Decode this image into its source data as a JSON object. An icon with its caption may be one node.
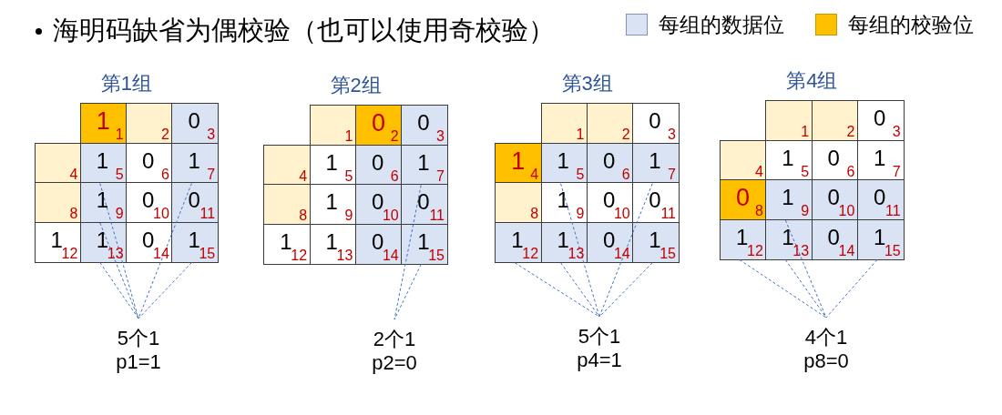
{
  "diagram": {
    "title": "海明码缺省为偶校验（也可以使用奇校验）",
    "nodes": [
      {
        "text": [
          "第1组"
        ]
      },
      {
        "text": [
          "1",
          "1"
        ],
        "in": 0
      },
      {
        "text": [
          "2"
        ],
        "in": 0
      },
      {
        "text": [
          "0",
          "3"
        ],
        "in": 0
      },
      {
        "text": [
          "4"
        ],
        "in": 0
      },
      {
        "text": [
          "1",
          "5"
        ],
        "in": 0
      },
      {
        "text": [
          "0",
          "6"
        ],
        "in": 0
      },
      {
        "text": [
          "1",
          "7"
        ],
        "in": 0
      },
      {
        "text": [
          "8"
        ],
        "in": 0
      },
      {
        "text": [
          "1",
          "9"
        ],
        "in": 0
      },
      {
        "text": [
          "0",
          "10"
        ],
        "in": 0
      },
      {
        "text": [
          "0",
          "11"
        ],
        "in": 0
      },
      {
        "text": [
          "1",
          "12"
        ],
        "in": 0
      },
      {
        "text": [
          "1",
          "13"
        ],
        "in": 0
      },
      {
        "text": [
          "0",
          "14"
        ],
        "in": 0
      },
      {
        "text": [
          "1",
          "15"
        ],
        "in": 0
      },
      {
        "text": [
          "5个1",
          "p1=1"
        ]
      },
      {
        "text": [
          "第2组"
        ]
      },
      {
        "text": [
          "1"
        ],
        "in": 17
      },
      {
        "text": [
          "0",
          "2"
        ],
        "in": 17
      },
      {
        "text": [
          "0",
          "3"
        ],
        "in": 17
      },
      {
        "text": [
          "4"
        ],
        "in": 17
      },
      {
        "text": [
          "1",
          "5"
        ],
        "in": 17
      },
      {
        "text": [
          "0",
          "6"
        ],
        "in": 17
      },
      {
        "text": [
          "1",
          "7"
        ],
        "in": 17
      },
      {
        "text": [
          "8"
        ],
        "in": 17
      },
      {
        "text": [
          "1",
          "9"
        ],
        "in": 17
      },
      {
        "text": [
          "0",
          "10"
        ],
        "in": 17
      },
      {
        "text": [
          "0",
          "11"
        ],
        "in": 17
      },
      {
        "text": [
          "1",
          "12"
        ],
        "in": 17
      },
      {
        "text": [
          "1",
          "13"
        ],
        "in": 17
      },
      {
        "text": [
          "0",
          "14"
        ],
        "in": 17
      },
      {
        "text": [
          "1",
          "15"
        ],
        "in": 17
      },
      {
        "text": [
          "2个1",
          "p2=0"
        ]
      },
      {
        "text": [
          "第3组"
        ]
      },
      {
        "text": [
          "1"
        ],
        "in": 34
      },
      {
        "text": [
          "2"
        ],
        "in": 34
      },
      {
        "text": [
          "0",
          "3"
        ],
        "in": 34
      },
      {
        "text": [
          "1",
          "4"
        ],
        "in": 34
      },
      {
        "text": [
          "1",
          "5"
        ],
        "in": 34
      },
      {
        "text": [
          "0",
          "6"
        ],
        "in": 34
      },
      {
        "text": [
          "1",
          "7"
        ],
        "in": 34
      },
      {
        "text": [
          "8"
        ],
        "in": 34
      },
      {
        "text": [
          "1",
          "9"
        ],
        "in": 34
      },
      {
        "text": [
          "0",
          "10"
        ],
        "in": 34
      },
      {
        "text": [
          "0",
          "11"
        ],
        "in": 34
      },
      {
        "text": [
          "1",
          "12"
        ],
        "in": 34
      },
      {
        "text": [
          "1",
          "13"
        ],
        "in": 34
      },
      {
        "text": [
          "0",
          "14"
        ],
        "in": 34
      },
      {
        "text": [
          "1",
          "15"
        ],
        "in": 34
      },
      {
        "text": [
          "5个1",
          "p4=1"
        ]
      },
      {
        "text": [
          "第4组"
        ]
      },
      {
        "text": [
          "1"
        ],
        "in": 51
      },
      {
        "text": [
          "2"
        ],
        "in": 51
      },
      {
        "text": [
          "0",
          "3"
        ],
        "in": 51
      },
      {
        "text": [
          "4"
        ],
        "in": 51
      },
      {
        "text": [
          "1",
          "5"
        ],
        "in": 51
      },
      {
        "text": [
          "0",
          "6"
        ],
        "in": 51
      },
      {
        "text": [
          "1",
          "7"
        ],
        "in": 51
      },
      {
        "text": [
          "0",
          "8"
        ],
        "in": 51
      },
      {
        "text": [
          "1",
          "9"
        ],
        "in": 51
      },
      {
        "text": [
          "0",
          "10"
        ],
        "in": 51
      },
      {
        "text": [
          "0",
          "11"
        ],
        "in": 51
      },
      {
        "text": [
          "1",
          "12"
        ],
        "in": 51
      },
      {
        "text": [
          "1",
          "13"
        ],
        "in": 51
      },
      {
        "text": [
          "0",
          "14"
        ],
        "in": 51
      },
      {
        "text": [
          "1",
          "15"
        ],
        "in": 51
      },
      {
        "text": [
          "4个1",
          "p8=0"
        ]
      }
    ],
    "edges": [
      {
        "from": 5,
        "to": 16,
        "arrow": "none",
        "style": "dashed"
      },
      {
        "from": 9,
        "to": 16,
        "arrow": "none",
        "style": "dashed"
      },
      {
        "from": 13,
        "to": 16,
        "arrow": "none",
        "style": "dashed"
      },
      {
        "from": 7,
        "to": 16,
        "arrow": "none",
        "style": "dashed"
      },
      {
        "from": 15,
        "to": 16,
        "arrow": "none",
        "style": "dashed"
      },
      {
        "from": 24,
        "to": 33,
        "arrow": "none",
        "style": "dashed"
      },
      {
        "from": 32,
        "to": 33,
        "arrow": "none",
        "style": "dashed"
      },
      {
        "from": 39,
        "to": 50,
        "arrow": "none",
        "style": "dashed"
      },
      {
        "from": 46,
        "to": 50,
        "arrow": "none",
        "style": "dashed"
      },
      {
        "from": 47,
        "to": 50,
        "arrow": "none",
        "style": "dashed"
      },
      {
        "from": 41,
        "to": 50,
        "arrow": "none",
        "style": "dashed"
      },
      {
        "from": 49,
        "to": 50,
        "arrow": "none",
        "style": "dashed"
      },
      {
        "from": 63,
        "to": 67,
        "arrow": "none",
        "style": "dashed"
      },
      {
        "from": 60,
        "to": 67,
        "arrow": "none",
        "style": "dashed"
      },
      {
        "from": 64,
        "to": 67,
        "arrow": "none",
        "style": "dashed"
      },
      {
        "from": 66,
        "to": 67,
        "arrow": "none",
        "style": "dashed"
      }
    ],
    "legend": [
      {
        "text": "每组的数据位",
        "color": "#dae3f3"
      },
      {
        "text": "每组的校验位",
        "color": "#ffc000"
      }
    ]
  }
}
